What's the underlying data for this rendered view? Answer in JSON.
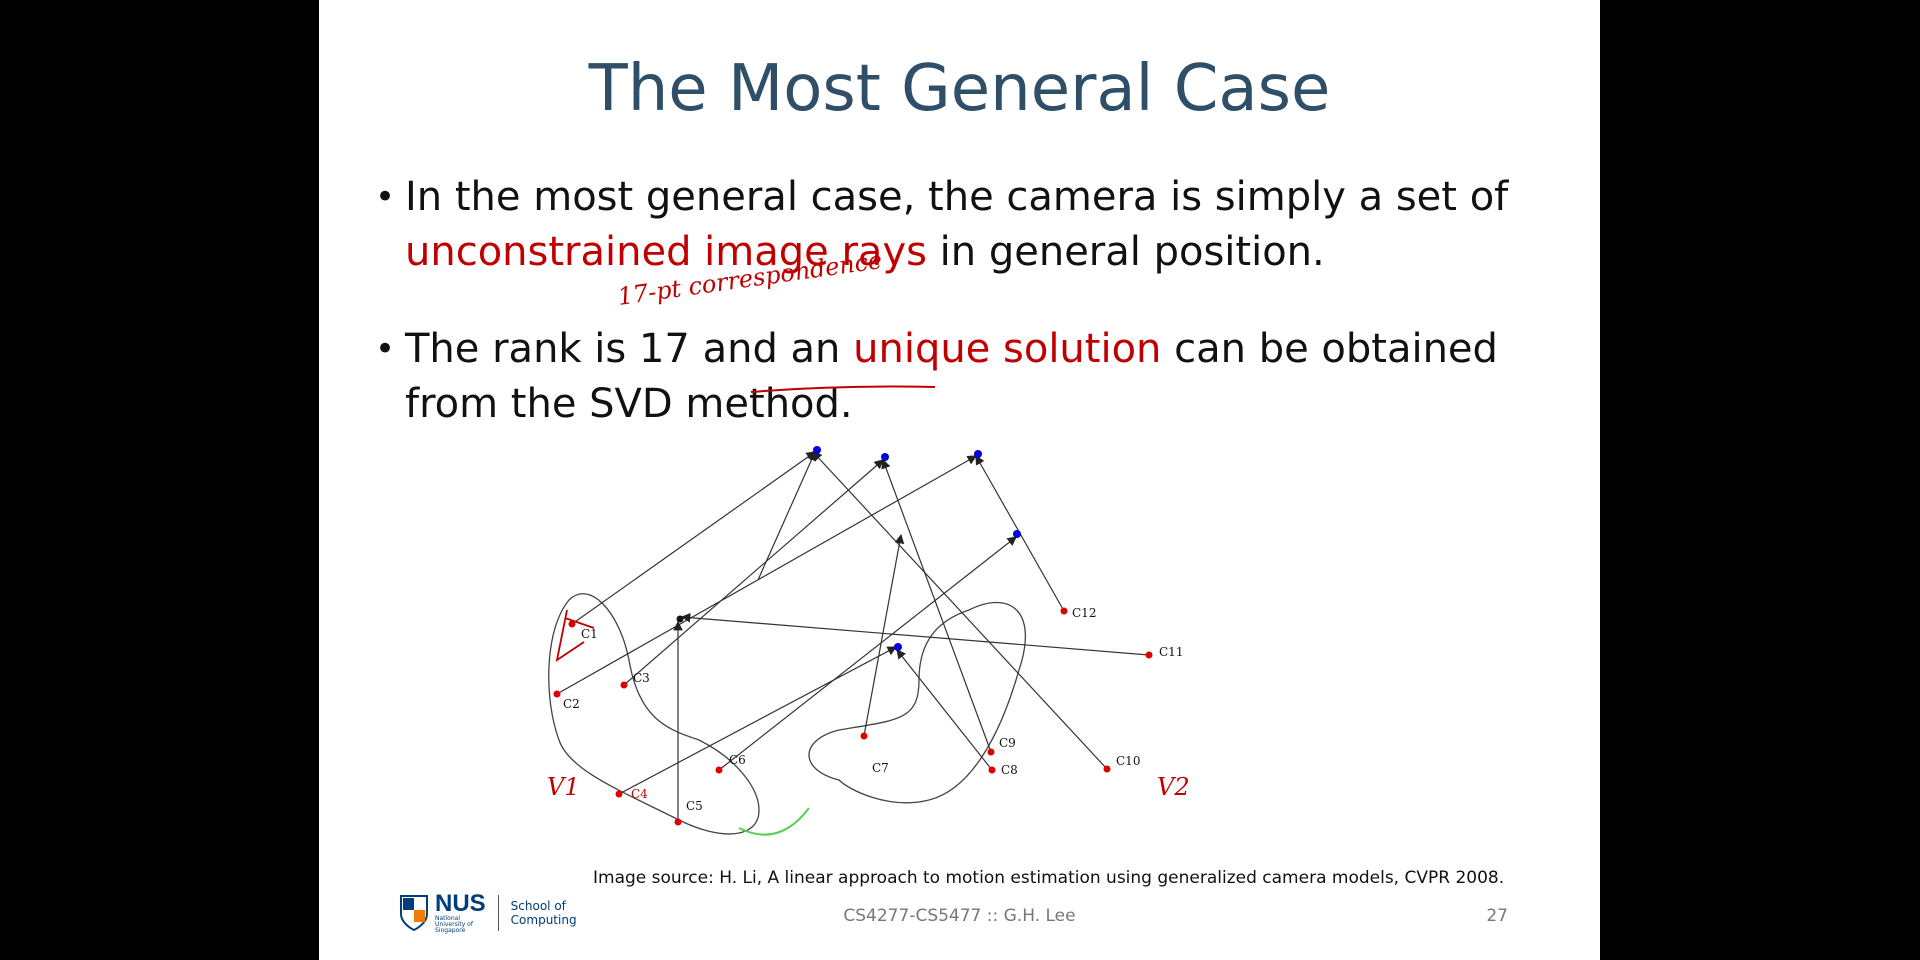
{
  "slide": {
    "title": "The Most General Case",
    "bullets": [
      {
        "segments": [
          {
            "text": "In the most general case, the camera is simply a set of ",
            "red": false
          },
          {
            "text": "unconstrained image rays",
            "red": true
          },
          {
            "text": " in general position.",
            "red": false
          }
        ]
      },
      {
        "segments": [
          {
            "text": "The rank is 17 and an ",
            "red": false
          },
          {
            "text": "unique solution",
            "red": true
          },
          {
            "text": " can be obtained from the SVD method.",
            "red": false
          }
        ]
      }
    ],
    "annotation": "17-pt correspondence",
    "caption": "Image source: H. Li, A linear approach to motion estimation using generalized camera models, CVPR 2008.",
    "footer": "CS4277-CS5477 :: G.H. Lee",
    "page_number": "27"
  },
  "diagram": {
    "cameras": [
      "C1",
      "C2",
      "C3",
      "C4",
      "C5",
      "C6",
      "C7",
      "C8",
      "C9",
      "C10",
      "C11",
      "C12"
    ],
    "regions": [
      "V1",
      "V2"
    ]
  },
  "logo": {
    "name": "NUS",
    "sub": "National University of Singapore",
    "school": "School of Computing"
  },
  "colors": {
    "title": "#2f4e67",
    "accent": "#c00000",
    "ray": "#333333",
    "point": "#0000dd",
    "camera": "#dd0000"
  }
}
